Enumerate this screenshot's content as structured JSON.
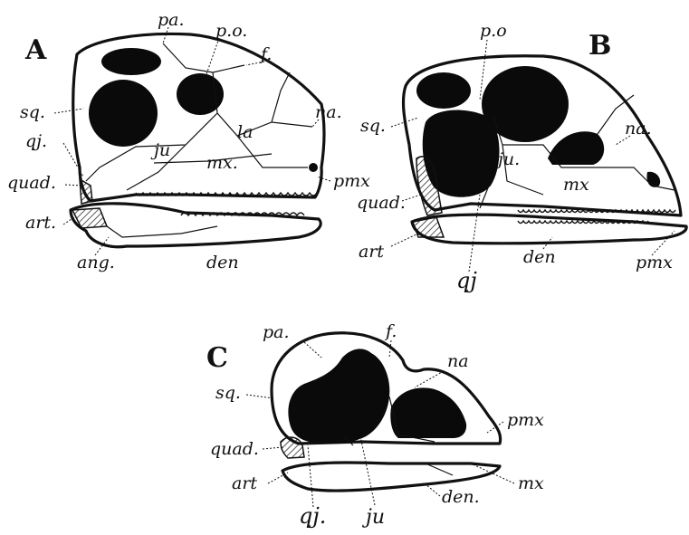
{
  "figure": {
    "panels": [
      {
        "letter": "A",
        "labels": [
          "pa.",
          "p.o.",
          "f.",
          "sq.",
          "na.",
          "la",
          "qj.",
          "ju",
          "mx.",
          "quad.",
          "pmx",
          "art.",
          "ang.",
          "den"
        ]
      },
      {
        "letter": "B",
        "labels": [
          "p.o",
          "sq.",
          "na.",
          "ju.",
          "mx",
          "quad.",
          "art",
          "den",
          "pmx",
          "qj"
        ]
      },
      {
        "letter": "C",
        "labels": [
          "pa.",
          "f.",
          "sq.",
          "na",
          "pmx",
          "quad.",
          "mx",
          "art",
          "den.",
          "qj.",
          "ju"
        ]
      }
    ]
  },
  "colors": {
    "ink": "#111111",
    "paper": "#ffffff"
  }
}
